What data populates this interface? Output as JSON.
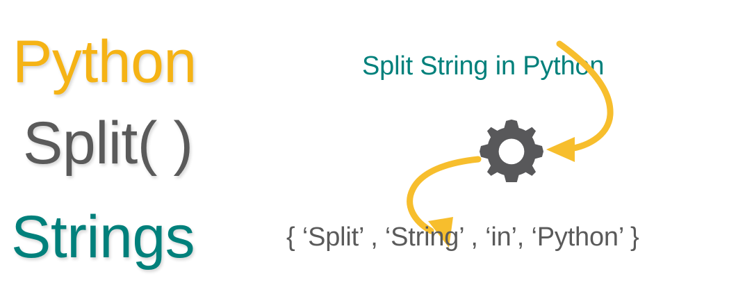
{
  "background_color": "#ffffff",
  "colors": {
    "amber": "#F5B315",
    "gray": "#5A5A5A",
    "teal": "#00807B",
    "gear_gray": "#58585A",
    "arrow_amber": "#F7BE2D"
  },
  "headline": {
    "lines": [
      {
        "text": "Python",
        "color": "#F5B315"
      },
      {
        "text": "Split( )",
        "color": "#5A5A5A"
      },
      {
        "text": "Strings",
        "color": "#00807B"
      }
    ]
  },
  "diagram": {
    "title": "Split String in Python",
    "title_color": "#00807B",
    "result_set": "{ ‘Split’ , ‘String’ , ‘in’, ‘Python’ }",
    "result_set_color": "#5A5A5A",
    "gear": {
      "icon": "gear-icon",
      "color": "#58585A",
      "teeth": 8
    },
    "arrows": [
      {
        "name": "input-arrow",
        "from": "title",
        "to": "gear",
        "color": "#F7BE2D",
        "direction": "left"
      },
      {
        "name": "output-arrow",
        "from": "gear",
        "to": "result-set",
        "color": "#F7BE2D",
        "direction": "down-right"
      }
    ]
  }
}
